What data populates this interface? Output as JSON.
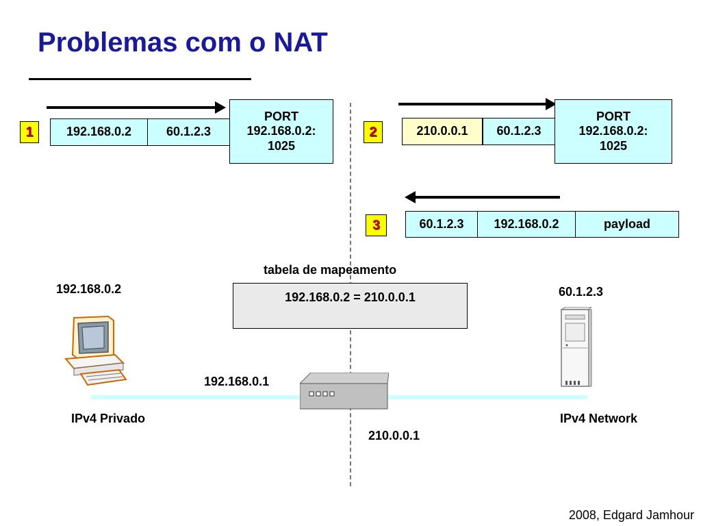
{
  "title": "Problemas com o NAT",
  "packets": {
    "p1": {
      "num": "1",
      "src": "192.168.0.2",
      "dst": "60.1.2.3",
      "port": "PORT\n192.168.0.2:\n1025"
    },
    "p2": {
      "num": "2",
      "src": "210.0.0.1",
      "dst": "60.1.2.3",
      "port": "PORT\n192.168.0.2:\n1025"
    },
    "p3": {
      "num": "3",
      "src": "60.1.2.3",
      "dst": "192.168.0.2",
      "payload": "payload"
    }
  },
  "mapping": {
    "caption": "tabela de mapeamento",
    "entry": "192.168.0.2 = 210.0.0.1"
  },
  "hosts": {
    "client_ip": "192.168.0.2",
    "server_ip": "60.1.2.3",
    "router_inside_ip": "192.168.0.1",
    "router_outside_ip": "210.0.0.1",
    "private_net": "IPv4 Privado",
    "public_net": "IPv4 Network"
  },
  "footer": "2008, Edgard Jamhour",
  "colors": {
    "title": "#1a1a99",
    "cell": "#ccffff",
    "cell_translated": "#ffffcc",
    "badge": "#ffff00",
    "badge_text": "#cc0000",
    "network_line": "#ccffff"
  }
}
